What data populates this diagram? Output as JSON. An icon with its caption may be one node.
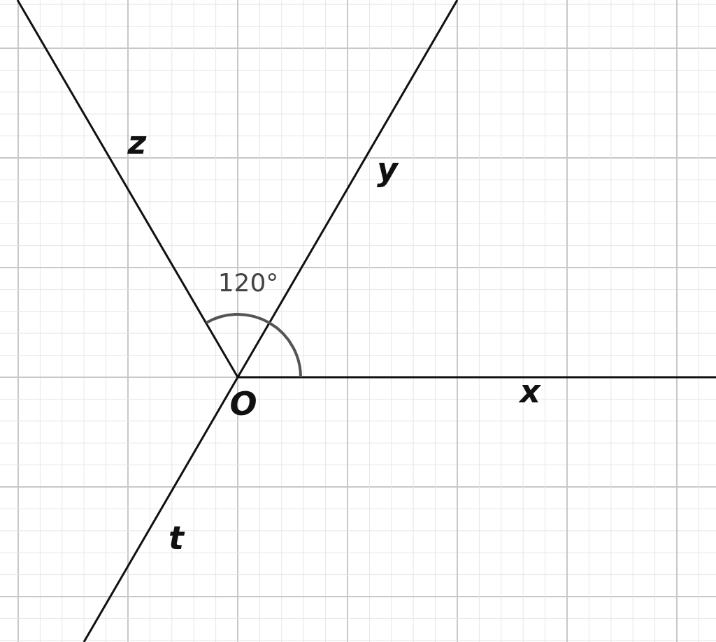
{
  "diagram": {
    "labels": [
      "z",
      "y",
      "120°",
      "O",
      "x",
      "t"
    ]
  }
}
